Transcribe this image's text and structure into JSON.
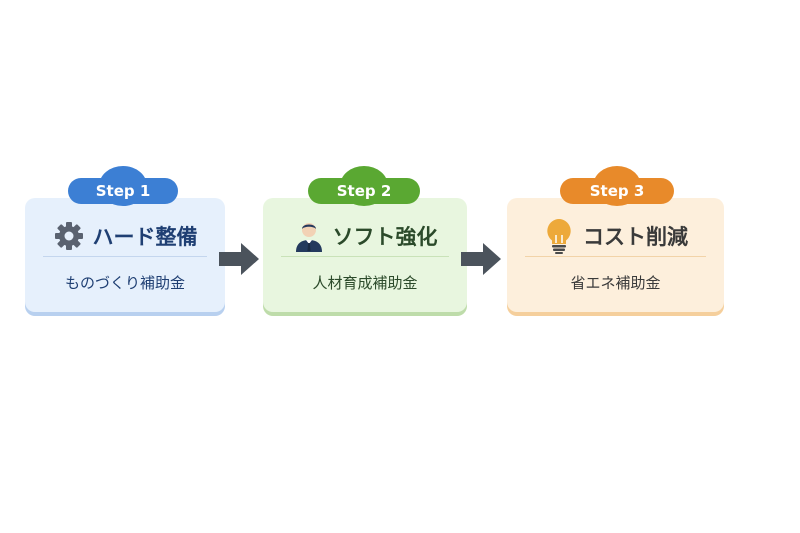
{
  "steps": [
    {
      "badge": "Step 1",
      "title": "ハード整備",
      "subtitle": "ものづくり補助金",
      "icon": "gear-icon",
      "color": "#3c7fd4"
    },
    {
      "badge": "Step 2",
      "title": "ソフト強化",
      "subtitle": "人材育成補助金",
      "icon": "person-icon",
      "color": "#5aa832"
    },
    {
      "badge": "Step 3",
      "title": "コスト削減",
      "subtitle": "省エネ補助金",
      "icon": "lightbulb-icon",
      "color": "#e88a2a"
    }
  ]
}
